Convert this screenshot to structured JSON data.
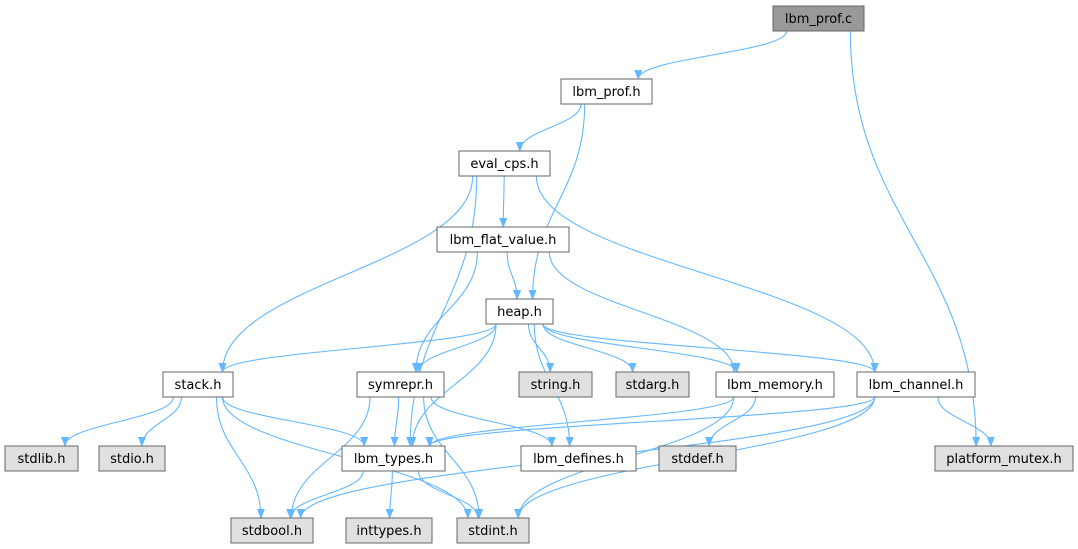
{
  "colors": {
    "root_fill": "#999999",
    "documented_fill": "#ffffff",
    "external_fill": "#e0e0e0",
    "border": "#666666",
    "edge": "#63b8ff"
  },
  "nodes": [
    {
      "id": "lbm_prof_c",
      "label": "lbm_prof.c",
      "kind": "root"
    },
    {
      "id": "lbm_prof_h",
      "label": "lbm_prof.h",
      "kind": "documented"
    },
    {
      "id": "eval_cps_h",
      "label": "eval_cps.h",
      "kind": "documented"
    },
    {
      "id": "lbm_flat_value_h",
      "label": "lbm_flat_value.h",
      "kind": "documented"
    },
    {
      "id": "heap_h",
      "label": "heap.h",
      "kind": "documented"
    },
    {
      "id": "stack_h",
      "label": "stack.h",
      "kind": "documented"
    },
    {
      "id": "symrepr_h",
      "label": "symrepr.h",
      "kind": "documented"
    },
    {
      "id": "string_h",
      "label": "string.h",
      "kind": "external"
    },
    {
      "id": "stdarg_h",
      "label": "stdarg.h",
      "kind": "external"
    },
    {
      "id": "lbm_memory_h",
      "label": "lbm_memory.h",
      "kind": "documented"
    },
    {
      "id": "lbm_channel_h",
      "label": "lbm_channel.h",
      "kind": "documented"
    },
    {
      "id": "stdlib_h",
      "label": "stdlib.h",
      "kind": "external"
    },
    {
      "id": "stdio_h",
      "label": "stdio.h",
      "kind": "external"
    },
    {
      "id": "lbm_types_h",
      "label": "lbm_types.h",
      "kind": "documented"
    },
    {
      "id": "lbm_defines_h",
      "label": "lbm_defines.h",
      "kind": "documented"
    },
    {
      "id": "stddef_h",
      "label": "stddef.h",
      "kind": "external"
    },
    {
      "id": "platform_mutex_h",
      "label": "platform_mutex.h",
      "kind": "external"
    },
    {
      "id": "stdbool_h",
      "label": "stdbool.h",
      "kind": "external"
    },
    {
      "id": "inttypes_h",
      "label": "inttypes.h",
      "kind": "external"
    },
    {
      "id": "stdint_h",
      "label": "stdint.h",
      "kind": "external"
    }
  ],
  "edges": [
    {
      "from": "lbm_prof_c",
      "to": "lbm_prof_h"
    },
    {
      "from": "lbm_prof_c",
      "to": "platform_mutex_h"
    },
    {
      "from": "lbm_prof_h",
      "to": "eval_cps_h"
    },
    {
      "from": "lbm_prof_h",
      "to": "heap_h"
    },
    {
      "from": "eval_cps_h",
      "to": "lbm_flat_value_h"
    },
    {
      "from": "eval_cps_h",
      "to": "stack_h"
    },
    {
      "from": "eval_cps_h",
      "to": "lbm_types_h"
    },
    {
      "from": "eval_cps_h",
      "to": "lbm_channel_h"
    },
    {
      "from": "lbm_flat_value_h",
      "to": "heap_h"
    },
    {
      "from": "lbm_flat_value_h",
      "to": "symrepr_h"
    },
    {
      "from": "lbm_flat_value_h",
      "to": "lbm_memory_h"
    },
    {
      "from": "heap_h",
      "to": "stack_h"
    },
    {
      "from": "heap_h",
      "to": "symrepr_h"
    },
    {
      "from": "heap_h",
      "to": "string_h"
    },
    {
      "from": "heap_h",
      "to": "stdarg_h"
    },
    {
      "from": "heap_h",
      "to": "lbm_memory_h"
    },
    {
      "from": "heap_h",
      "to": "lbm_channel_h"
    },
    {
      "from": "heap_h",
      "to": "lbm_types_h"
    },
    {
      "from": "heap_h",
      "to": "lbm_defines_h"
    },
    {
      "from": "stack_h",
      "to": "stdlib_h"
    },
    {
      "from": "stack_h",
      "to": "stdio_h"
    },
    {
      "from": "stack_h",
      "to": "lbm_types_h"
    },
    {
      "from": "stack_h",
      "to": "stdbool_h"
    },
    {
      "from": "stack_h",
      "to": "stdint_h"
    },
    {
      "from": "symrepr_h",
      "to": "lbm_types_h"
    },
    {
      "from": "symrepr_h",
      "to": "lbm_defines_h"
    },
    {
      "from": "symrepr_h",
      "to": "stdbool_h"
    },
    {
      "from": "symrepr_h",
      "to": "stdint_h"
    },
    {
      "from": "lbm_memory_h",
      "to": "lbm_types_h"
    },
    {
      "from": "lbm_memory_h",
      "to": "stddef_h"
    },
    {
      "from": "lbm_memory_h",
      "to": "stdint_h"
    },
    {
      "from": "lbm_channel_h",
      "to": "lbm_types_h"
    },
    {
      "from": "lbm_channel_h",
      "to": "platform_mutex_h"
    },
    {
      "from": "lbm_channel_h",
      "to": "stdbool_h"
    },
    {
      "from": "lbm_channel_h",
      "to": "stdint_h"
    },
    {
      "from": "lbm_types_h",
      "to": "stdbool_h"
    },
    {
      "from": "lbm_types_h",
      "to": "inttypes_h"
    },
    {
      "from": "lbm_types_h",
      "to": "stdint_h"
    }
  ]
}
